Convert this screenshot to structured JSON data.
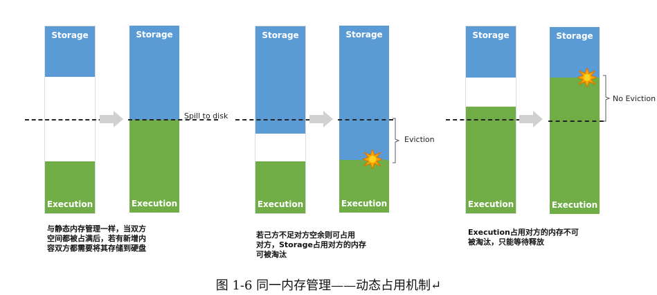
{
  "labels": {
    "storage": "Storage",
    "execution": "Execution"
  },
  "annotations": {
    "spill": "Spill to disk",
    "eviction": "Eviction",
    "no_eviction": "No Eviction"
  },
  "captions": {
    "panel1": [
      "与静态内存管理一样，当双方",
      "空间都被占满后，若有新增内",
      "容双方都需要将其存储到硬盘"
    ],
    "panel2": [
      "若己方不足对方空余则可占用",
      "对方，Storage占用对方的内存",
      "可被淘汰"
    ],
    "panel3": [
      "Execution占用对方的内存不可",
      "被淘汰，只能等待释放"
    ]
  },
  "figure_caption": "图 1-6  同一内存管理——动态占用机制↵",
  "colors": {
    "storage": "#5b9bd5",
    "execution": "#70ad47",
    "free": "#ffffff",
    "burst": "#f5a800"
  }
}
